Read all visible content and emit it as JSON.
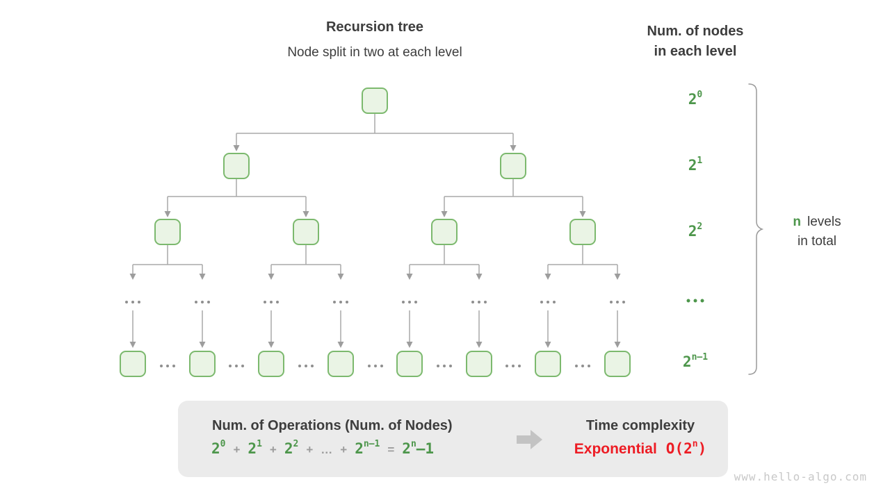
{
  "header": {
    "title": "Recursion tree",
    "subtitle": "Node split in two at each level"
  },
  "right_header": {
    "line1": "Num. of nodes",
    "line2": "in each level"
  },
  "levels": {
    "l0": {
      "base": "2",
      "sup": "0"
    },
    "l1": {
      "base": "2",
      "sup": "1"
    },
    "l2": {
      "base": "2",
      "sup": "2"
    },
    "l3": {
      "dots": "…"
    },
    "l4": {
      "base": "2",
      "sup": "n–1"
    }
  },
  "tree": {
    "ellipsis": "…"
  },
  "brace_label": {
    "n": "n",
    "line1_rest": "levels",
    "line2": "in total"
  },
  "summary_box": {
    "left_title": "Num. of Operations (Num. of Nodes)",
    "formula": {
      "t0b": "2",
      "t0s": "0",
      "plus": "+",
      "t1b": "2",
      "t1s": "1",
      "t2b": "2",
      "t2s": "2",
      "dots": "…",
      "t3b": "2",
      "t3s": "n–1",
      "eq": "=",
      "t4b": "2",
      "t4s": "n",
      "t4tail": "–1"
    },
    "right_title": "Time complexity",
    "complexity_word": "Exponential",
    "big_o": {
      "prefix": "O(",
      "base": "2",
      "sup": "n",
      "suffix": ")"
    }
  },
  "watermark": "www.hello-algo.com",
  "colors": {
    "green_text": "#4d964b",
    "node_fill": "#eaf4e5",
    "node_border": "#7cb96e",
    "line_gray": "#a9a9a9",
    "dark_text": "#3d3d3d",
    "red": "#ed1c24",
    "box_bg": "#ebebeb",
    "block_arrow": "#c3c3c3",
    "watermark_gray": "#c8c8c8"
  }
}
